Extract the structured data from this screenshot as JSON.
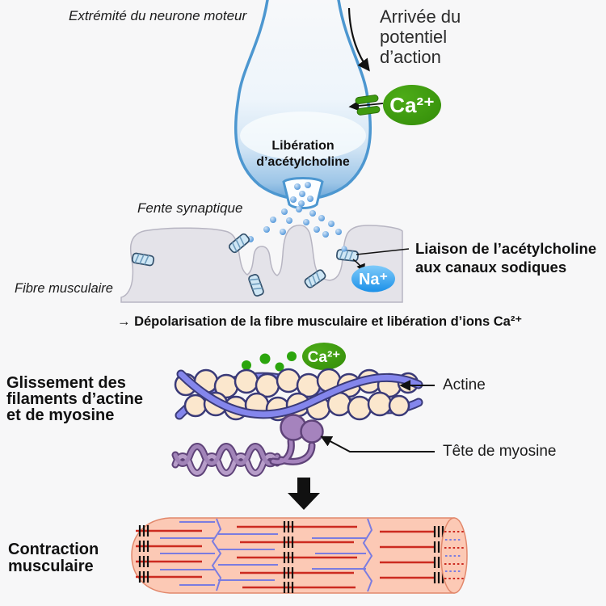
{
  "labels": {
    "neuron_end": "Extrémité du neurone moteur",
    "action_potential": "Arrivée du\npotentiel\nd’action",
    "ach_release": "Libération\nd’acétylcholine",
    "synaptic_cleft": "Fente synaptique",
    "ach_binding": "Liaison de l’acétylcholine\naux canaux sodiques",
    "muscle_fiber": "Fibre musculaire",
    "depolarization": "→ Dépolarisation de la fibre musculaire et libération d’ions Ca²⁺",
    "sliding_filaments": "Glissement des\nfilaments d’actine\net de myosine",
    "actin": "Actine",
    "myosin_head": "Tête de myosine",
    "contraction": "Contraction\nmusculaire"
  },
  "badges": {
    "calcium_top": "Ca²⁺",
    "sodium": "Na⁺",
    "calcium_mid": "Ca²⁺"
  },
  "colors": {
    "background": "#f7f7f8",
    "calcium_green": "#3f9b10",
    "sodium_blue": "#1f98ec",
    "neuron_membrane_blue": "#4d97d0",
    "vesicle_blue": "#4f95d9",
    "muscle_membrane_gray": "#e4e3e9",
    "actin_bead_cream": "#fbe7cd",
    "tropomyosin_purple": "#8486ec",
    "myosin_purple": "#a583bd",
    "fiber_pink": "#fcc9b5",
    "myofibril_red": "#cc2a20",
    "myofibril_blue": "#7b7ce0",
    "arrow_black": "#111111"
  }
}
